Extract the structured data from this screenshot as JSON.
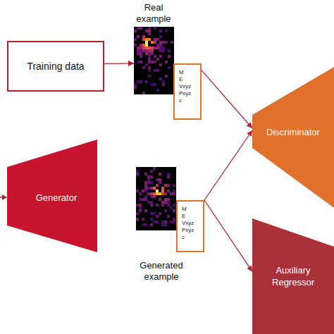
{
  "diagram": {
    "nodes": [
      {
        "text": [
          "Training data"
        ]
      },
      {
        "text": [
          "Real example"
        ]
      },
      {
        "text": [
          "M E Vxyz Pxyz c"
        ]
      },
      {
        "text": [
          "Generator"
        ]
      },
      {
        "text": [
          "Generated example"
        ]
      },
      {
        "text": [
          "M E Vxyz Pxyz c"
        ]
      },
      {
        "text": [
          "Discriminator"
        ]
      },
      {
        "text": [
          "Auxiliary Regressor"
        ]
      }
    ],
    "edges": [
      {
        "from": 0,
        "to": 1,
        "arrow": "to"
      },
      {
        "from": 2,
        "to": 6,
        "arrow": "to"
      },
      {
        "from": 5,
        "to": 6,
        "arrow": "to"
      },
      {
        "from": 5,
        "to": 7,
        "arrow": "to"
      }
    ]
  }
}
